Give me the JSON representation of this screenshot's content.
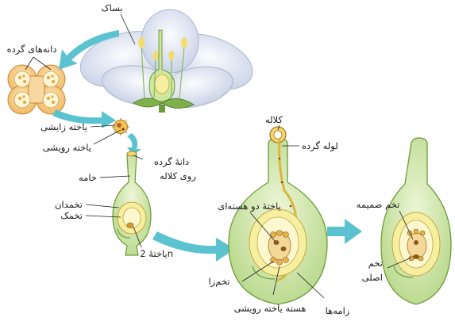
{
  "labels": {
    "anther": "بساک",
    "pollen_grains": "دانه‌های گرده",
    "generative_cell": "یاخته زایشی",
    "tube_cell": "یاخته رویشی",
    "pollen_on_stigma_1": "دانهٔ گرده",
    "pollen_on_stigma_2": "روی کلاله",
    "style": "خامه",
    "ovary": "تخمدان",
    "ovule": "تخمک",
    "cell_2n": "یاختهٔ 2n",
    "stigma": "کلاله",
    "pollen_tube": "لوله گرده",
    "binucleate_cell": "یاختهٔ دو هسته‌ای",
    "egg_cell": "تخم‌زا",
    "tube_nucleus": "هسته یاخته رویشی",
    "sperm_cells": "زامه‌ها",
    "endosperm": "تخم ضمیمه",
    "zygote_1": "تخم",
    "zygote_2": "اصلی"
  },
  "colors": {
    "arrow": "#5bc3cf",
    "ovary_light": "#d7ecb4",
    "ovary_outline": "#6c9c3a",
    "ovule_yellow": "#f6eea0",
    "petal": "#e6ecf6",
    "pollen": "#f4c64e",
    "stigma_ring": "#f2d86a"
  }
}
